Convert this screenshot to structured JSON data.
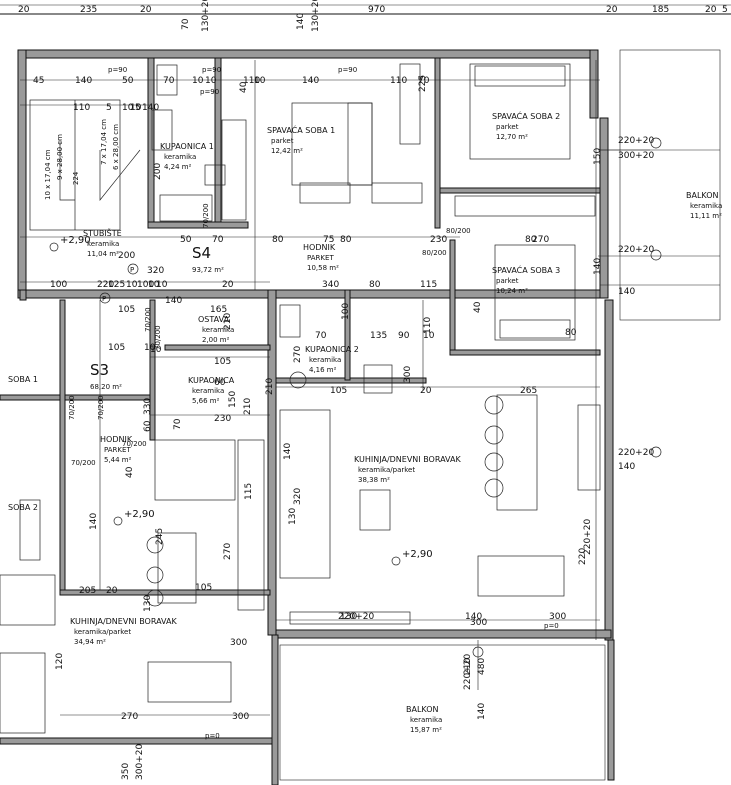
{
  "top_dims": [
    "20",
    "235",
    "20",
    "70",
    "130+20",
    "140",
    "130+20",
    "970",
    "20",
    "185",
    "20",
    "5"
  ],
  "stamps": [
    "p=90",
    "p=90",
    "p=90",
    "p=90",
    "p=0",
    "p=0",
    "p=0"
  ],
  "dims": [
    "45",
    "140",
    "50",
    "70",
    "10",
    "10",
    "110",
    "140",
    "110",
    "70",
    "40",
    "10",
    "110",
    "5",
    "10",
    "10",
    "5",
    "140",
    "50",
    "70",
    "80",
    "75",
    "80",
    "230",
    "80",
    "200",
    "320",
    "100",
    "220",
    "125",
    "10",
    "100",
    "10",
    "10",
    "20",
    "340",
    "80",
    "115",
    "105",
    "165",
    "210",
    "70",
    "135",
    "90",
    "10",
    "105",
    "10",
    "10",
    "105",
    "60",
    "210",
    "230",
    "210",
    "20",
    "105",
    "265",
    "330",
    "60",
    "40",
    "70",
    "140",
    "140",
    "205",
    "20",
    "105",
    "270",
    "300",
    "140",
    "300",
    "130",
    "270",
    "300",
    "130",
    "220",
    "110",
    "40",
    "150",
    "140",
    "140",
    "100",
    "150",
    "115",
    "200",
    "245",
    "225",
    "270",
    "80",
    "130",
    "320",
    "120",
    "210",
    "480",
    "350",
    "300+20",
    "220+20",
    "300+20",
    "220+20",
    "140",
    "220+20",
    "140",
    "220+20",
    "140",
    "220+20",
    "300",
    "220+20",
    "270",
    "300",
    "140",
    "120",
    "270"
  ],
  "openings": [
    "70/200",
    "70/200",
    "70/200",
    "70/200",
    "70/200",
    "70/200",
    "70/200",
    "80/200",
    "80/200"
  ],
  "rooms": [
    {
      "name": "KUPAONICA 1",
      "finish": "keramika",
      "area": "4,24 m²"
    },
    {
      "name": "SPAVAĆA SOBA 1",
      "finish": "parket",
      "area": "12,42 m²"
    },
    {
      "name": "SPAVAĆA SOBA 2",
      "finish": "parket",
      "area": "12,70 m²"
    },
    {
      "name": "BALKON",
      "finish": "keramika",
      "area": "11,11 m²"
    },
    {
      "name": "STUBIŠTE",
      "finish": "keramika",
      "area": "11,04 m²"
    },
    {
      "name": "HODNIK",
      "finish": "PARKET",
      "area": "10,58 m²"
    },
    {
      "name": "SPAVAĆA SOBA 3",
      "finish": "parket",
      "area": "10,24 m²"
    },
    {
      "name": "OSTAVA",
      "finish": "keramika",
      "area": "2,00 m²"
    },
    {
      "name": "KUPAONICA 2",
      "finish": "keramika",
      "area": "4,16 m²"
    },
    {
      "name": "KUPAONICA",
      "finish": "keramika",
      "area": "5,66 m²"
    },
    {
      "name": "HODNIK",
      "finish": "PARKET",
      "area": "5,44 m²"
    },
    {
      "name": "KUHINJA/DNEVNI BORAVAK",
      "finish": "keramika/parket",
      "area": "38,38 m²"
    },
    {
      "name": "KUHINJA/DNEVNI BORAVAK",
      "finish": "keramika/parket",
      "area": "34,94 m²"
    },
    {
      "name": "BALKON",
      "finish": "keramika",
      "area": "15,87 m²"
    },
    {
      "name": "SOBA 1",
      "finish": "",
      "area": ""
    },
    {
      "name": "SOBA 2",
      "finish": "",
      "area": ""
    }
  ],
  "units": [
    {
      "name": "S4",
      "area": "93,72 m²"
    },
    {
      "name": "S3",
      "area": "68,20 m²"
    }
  ],
  "levels": [
    "+2,90",
    "+2,90",
    "+2,90"
  ],
  "stair": {
    "spec_a": "10 x 17,04 cm",
    "spec_b": "9 x 28,00 cm",
    "spec_c": "7 x 17,04 cm",
    "spec_d": "6 x 28,00 cm",
    "len": "224"
  },
  "marks": [
    "P",
    "P"
  ]
}
